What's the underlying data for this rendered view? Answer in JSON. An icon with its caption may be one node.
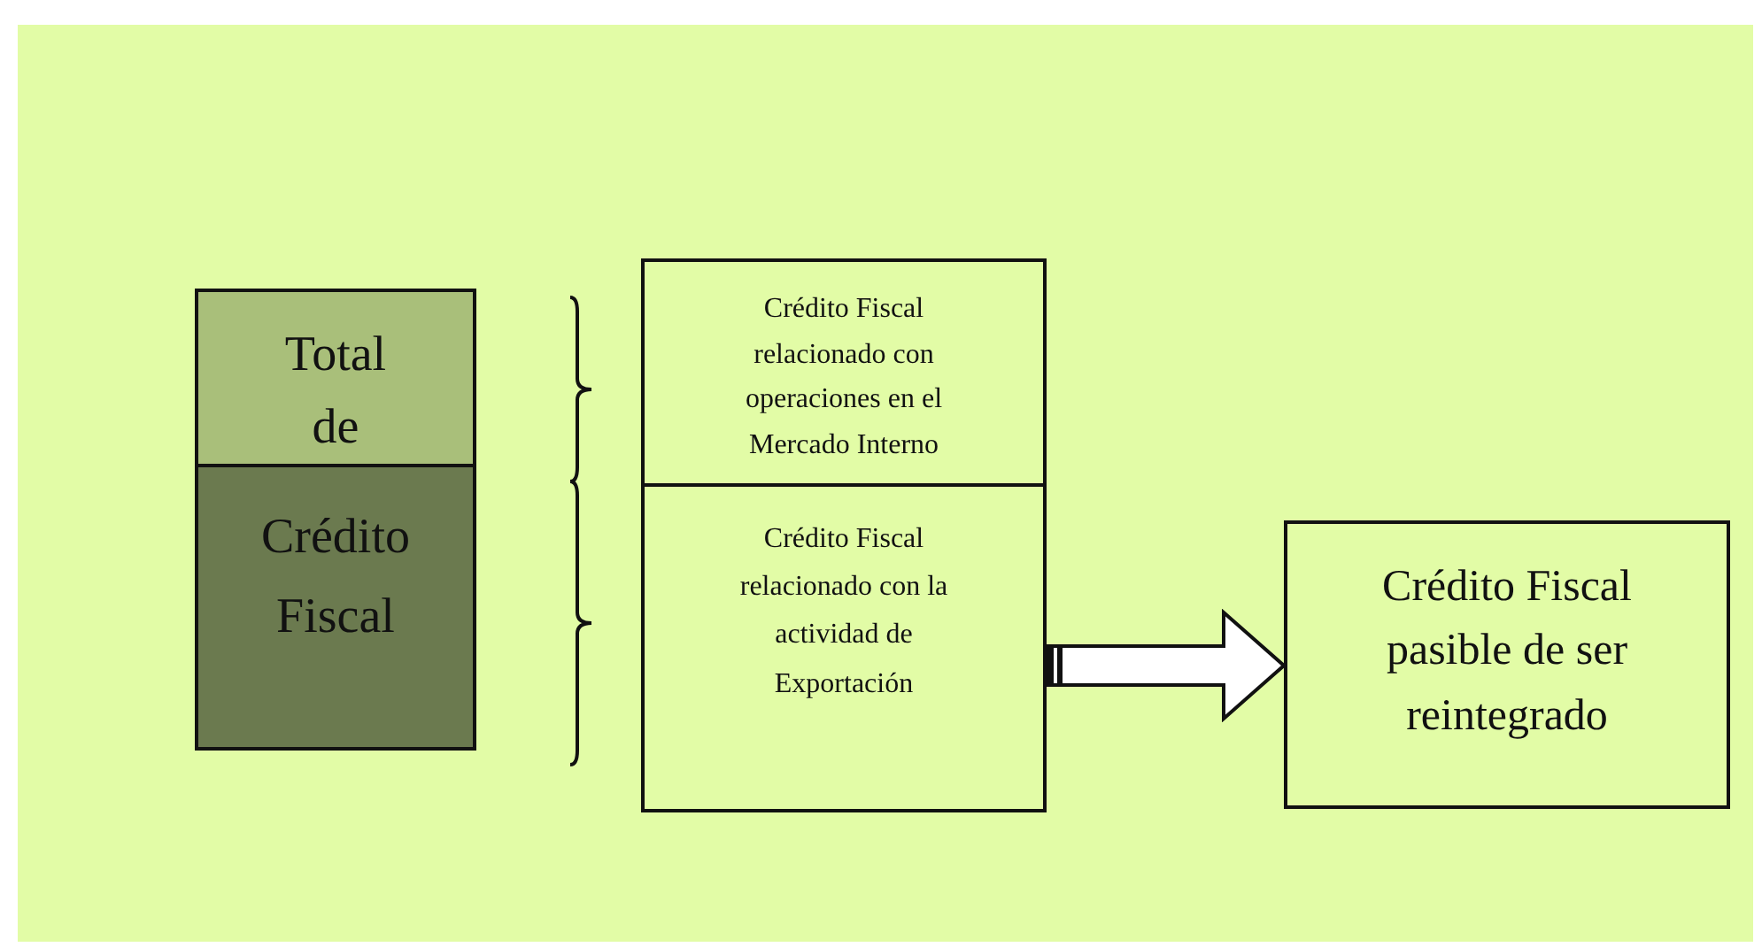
{
  "diagram": {
    "nodes": [
      {
        "text": [
          "Total de"
        ]
      },
      {
        "text": [
          "Crédito Fiscal"
        ]
      },
      {
        "text": [
          "Crédito Fiscal relacionado con operaciones en el Mercado Interno"
        ]
      },
      {
        "text": [
          "Crédito Fiscal relacionado con la actividad de Exportación"
        ]
      },
      {
        "text": [
          "Crédito Fiscal pasible de ser reintegrado"
        ]
      }
    ],
    "edges": [
      {
        "from": 3,
        "to": 4,
        "arrow": "to"
      }
    ]
  }
}
